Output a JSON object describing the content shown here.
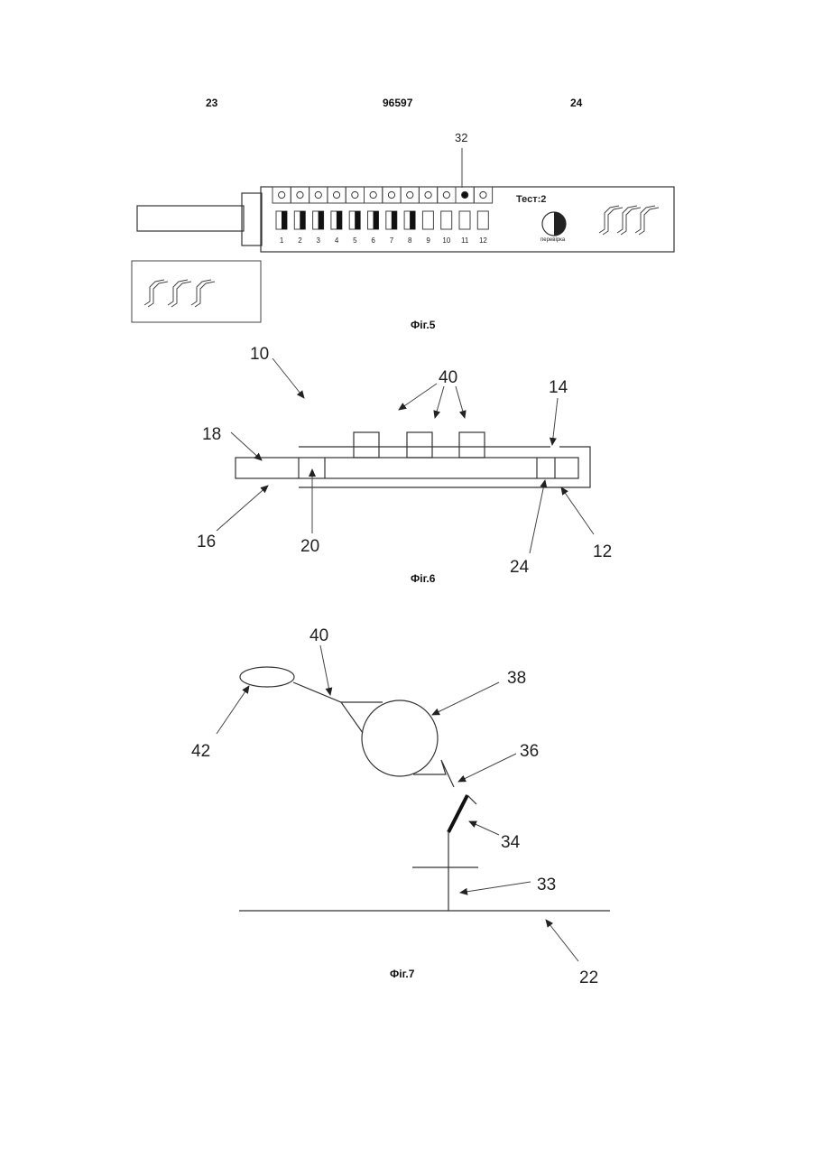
{
  "header": {
    "page_left": "23",
    "patent_number": "96597",
    "page_right": "24"
  },
  "fig5": {
    "caption": "Фіг.5",
    "callout": "32",
    "test_label": "Тест:2",
    "knob_label": "перевірка",
    "slot_numbers": [
      "1",
      "2",
      "3",
      "4",
      "5",
      "6",
      "7",
      "8",
      "9",
      "10",
      "11",
      "12"
    ],
    "filled_slots": [
      true,
      true,
      true,
      true,
      true,
      true,
      true,
      true,
      false,
      false,
      false,
      false
    ],
    "active_indicator": 11
  },
  "fig6": {
    "caption": "Фіг.6",
    "labels": {
      "l10": "10",
      "l40": "40",
      "l14": "14",
      "l18": "18",
      "l16": "16",
      "l20": "20",
      "l24": "24",
      "l12": "12"
    }
  },
  "fig7": {
    "caption": "Фіг.7",
    "labels": {
      "l40": "40",
      "l38": "38",
      "l42": "42",
      "l36": "36",
      "l34": "34",
      "l33": "33",
      "l22": "22"
    }
  }
}
